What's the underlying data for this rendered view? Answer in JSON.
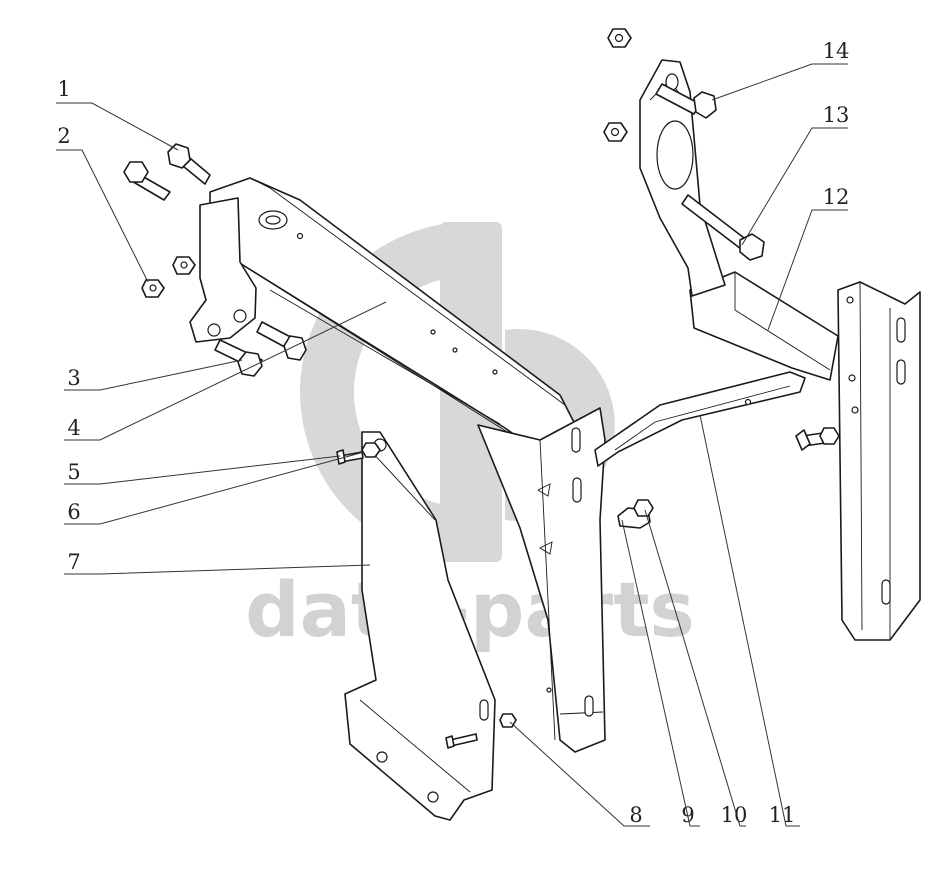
{
  "callouts": [
    {
      "id": "1",
      "label": "1"
    },
    {
      "id": "2",
      "label": "2"
    },
    {
      "id": "3",
      "label": "3"
    },
    {
      "id": "4",
      "label": "4"
    },
    {
      "id": "5",
      "label": "5"
    },
    {
      "id": "6",
      "label": "6"
    },
    {
      "id": "7",
      "label": "7"
    },
    {
      "id": "8",
      "label": "8"
    },
    {
      "id": "9",
      "label": "9"
    },
    {
      "id": "10",
      "label": "10"
    },
    {
      "id": "11",
      "label": "11"
    },
    {
      "id": "12",
      "label": "12"
    },
    {
      "id": "13",
      "label": "13"
    },
    {
      "id": "14",
      "label": "14"
    }
  ],
  "watermark": {
    "text": "data-parts",
    "color": "#c4c4c4"
  }
}
